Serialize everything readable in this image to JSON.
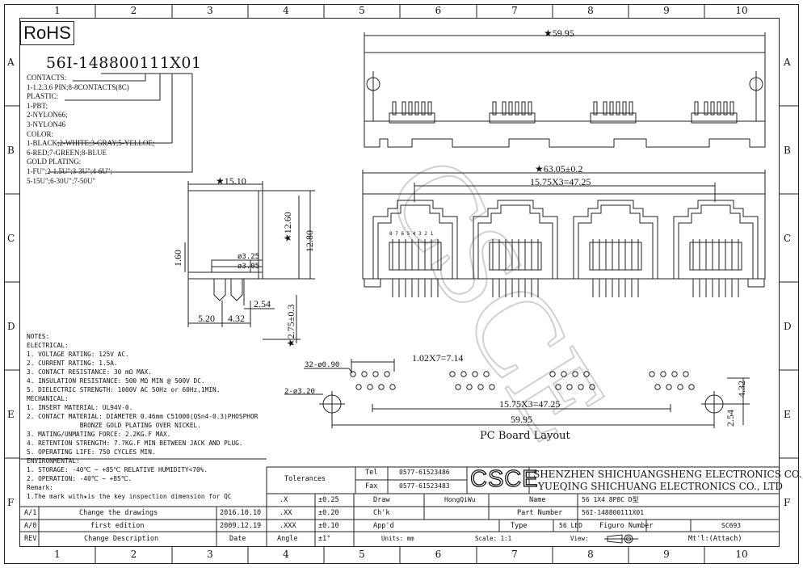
{
  "grid": {
    "columns": [
      "1",
      "2",
      "3",
      "4",
      "5",
      "6",
      "7",
      "8",
      "9",
      "10"
    ],
    "rows": [
      "A",
      "B",
      "C",
      "D",
      "E",
      "F"
    ]
  },
  "rohs_label": "RoHS",
  "part_code": "56I-148800111X01",
  "ordering_info": [
    "CONTACTS:",
    "1-1.2.3.6 PIN;8-8CONTACTS(8C)",
    "PLASTIC:",
    "1-PBT;",
    "2-NYLON66;",
    "3-NYLON46",
    "COLOR:",
    "1-BLACK;2-WHITE;3-GRAY;5-YELLOE;",
    "6-RED;7-GREEN;8-BLUE",
    "GOLD PLATING:",
    "1-FU\";2-1.5U\";3-3U\";4-6U\";",
    "5-15U\";6-30U\";7-50U\""
  ],
  "dimensions": {
    "top_width": "59.95",
    "front_width": "63.05±0.2",
    "pitch_front": "15.75X3=47.25",
    "side_width": "15.10",
    "side_h1": "12.60",
    "side_h2": "12.80",
    "side_left": "1.60",
    "dia1": "ø3.25",
    "dia2": "ø3.05",
    "d_254": "2.54",
    "d_520": "5.20",
    "d_432": "4.32",
    "d_275": "2.75±0.3",
    "pcb_holes": "32-ø0.90",
    "pcb_peg": "2-ø3.20",
    "pcb_pitch": "1.02X7=7.14",
    "pcb_group": "15.75X3=47.25",
    "pcb_total": "59.95",
    "pcb_432": "4.32",
    "pcb_254": "2.54",
    "pin_numbers": "8 7 6 5 4 3 2 1"
  },
  "pcb_caption": "PC Board Layout",
  "watermark": "CSCE",
  "notes": [
    "NOTES:",
    "ELECTRICAL:",
    "1. VOLTAGE RATING: 125V AC.",
    "2. CURRENT RATING: 1.5A.",
    "3. CONTACT RESISTANCE: 30 mΩ MAX.",
    "4. INSULATION RESISTANCE: 500 MΩ MIN @ 500V DC.",
    "5. DIELECTRIC STRENGTH: 1000V AC 50Hz or 60Hz,1MIN.",
    "MECHANICAL:",
    "1. INSERT MATERIAL: UL94V-0.",
    "2. CONTACT MATERIAL: DIAMETER 0.46mm C51000(QSn4-0.3)PHOSPHOR",
    "              BRONZE GOLD PLATING OVER NICKEL.",
    "3. MATING/UNMATING FORCE: 2.2KG.F MAX.",
    "4. RETENTION STRENGTH: 7.7KG.F MIN BETWEEN JACK AND PLUG.",
    "5. OPERATING LIFE: 750 CYCLES MIN.",
    "ENVIRONMENTAL:",
    "1. STORAGE: -40℃ ~ +85℃ RELATIVE HUMIDITY<70%.",
    "2. OPERATION: -40℃ ~ +85℃.",
    "Remark:",
    "1.The mark with★is the key inspection dimension for QC"
  ],
  "title_block": {
    "tolerances_label": "Tolerances",
    "tel_label": "Tel",
    "tel_value": "0577-61523486",
    "fax_label": "Fax",
    "fax_value": "0577-61523483",
    "logo": "CSCE",
    "company_1": "SHENZHEN SHICHUANGSHENG ELECTRONICS CO.,LTD",
    "company_2": "YUEQING SHICHUANG ELECTRONICS CO., LTD",
    "tol_rows": [
      {
        "k": ".X",
        "v": "±0.25"
      },
      {
        "k": ".XX",
        "v": "±0.20"
      },
      {
        "k": ".XXX",
        "v": "±0.10"
      },
      {
        "k": "Angle",
        "v": "±1°"
      }
    ],
    "draw_label": "Draw",
    "draw_value": "HongQiWu",
    "chk_label": "Ch'k",
    "appd_label": "App'd",
    "name_label": "Name",
    "name_value": "56 1X4 8P8C D型",
    "partno_label": "Part Number",
    "partno_value": "56I-148800111X01",
    "type_label": "Type",
    "type_value": "56 LED",
    "figure_label": "Figuro Number",
    "figure_value": "SC693",
    "units_label": "Units: mm",
    "scale_label": "Scale: 1:1",
    "view_label": "View:",
    "material_label": "Mt'l:(Attach)",
    "revisions": [
      {
        "rev": "A/1",
        "desc": "Change the drawings",
        "date": "2016.10.10"
      },
      {
        "rev": "A/0",
        "desc": "first edition",
        "date": "2009.12.19"
      }
    ],
    "rev_header": {
      "rev": "REV",
      "desc": "Change Description",
      "date": "Date"
    }
  }
}
